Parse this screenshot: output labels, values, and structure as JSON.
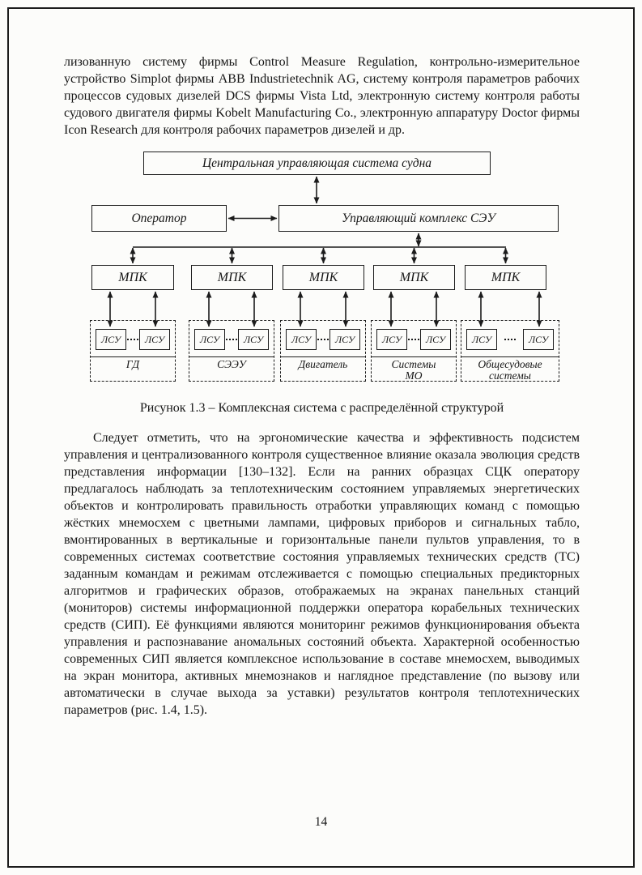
{
  "page": {
    "number": "14"
  },
  "text": {
    "paragraph_1": "лизованную систему фирмы Control Measure Regulation, контрольно-измерительное устройство Simplot фирмы ABB Industrietechnik AG, систему контроля параметров рабочих процессов судовых дизелей DCS фирмы Vista Ltd, электронную систему контроля работы судового двигателя фирмы Kobelt Manufacturing Co., электронную аппаратуру Doctor фирмы Icon Research для контроля рабочих параметров дизелей и др.",
    "paragraph_2": "Следует отметить, что на эргономические качества и эффективность подсистем управления и централизованного контроля существенное влияние оказала эволюция средств представления информации [130–132]. Если на ранних образцах СЦК оператору предлагалось наблюдать за теплотехническим состоянием управляемых энергетических объектов и контролировать правильность отработки управляющих команд с помощью жёстких мнемосхем с цветными лампами, цифровых приборов и сигнальных табло, вмонтированных в вертикальные и горизонтальные панели пультов управления, то в современных системах соответствие состояния управляемых технических средств (ТС) заданным командам и режимам отслеживается с помощью специальных предикторных алгоритмов и графических образов, отображаемых на экранах панельных станций (мониторов) системы информационной поддержки оператора корабельных технических средств (СИП). Её функциями являются мониторинг режимов функционирования объекта управления и распознавание аномальных состояний объекта. Характерной особенностью современных СИП является комплексное использование в составе мнемосхем, выводимых на экран монитора, активных мнемознаков и наглядное представление (по вызову или автоматически в случае выхода за уставки) результатов контроля теплотехнических параметров (рис. 1.4, 1.5)."
  },
  "figure": {
    "caption": "Рисунок 1.3 – Комплексная система с распределённой структурой",
    "central_system": "Центральная управляющая система судна",
    "operator": "Оператор",
    "control_complex": "Управляющий комплекс СЭУ",
    "mpk": "МПК",
    "lsu": "ЛСУ",
    "groups": [
      "ГД",
      "СЭЭУ",
      "Двигатель",
      "Системы\nМО",
      "Общесудовые\nсистемы"
    ]
  },
  "colors": {
    "ink": "#1c1c1c",
    "paper": "#fcfcfa"
  }
}
